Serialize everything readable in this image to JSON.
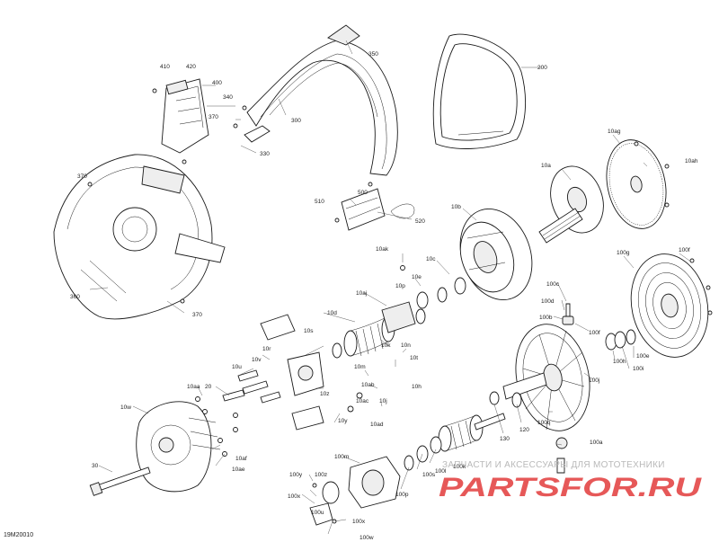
{
  "figure": {
    "code": "19M20010"
  },
  "watermark": {
    "caption": "ЗАПЧАСТИ И АКСЕССУАРЫ ДЛЯ МОТОТЕХНИКИ",
    "logo": "PARTSFOR.RU"
  },
  "callouts": [
    {
      "id": "c410",
      "text": "410"
    },
    {
      "id": "c420",
      "text": "420"
    },
    {
      "id": "c400",
      "text": "400"
    },
    {
      "id": "c340",
      "text": "340"
    },
    {
      "id": "c370a",
      "text": "370"
    },
    {
      "id": "c370b",
      "text": "370"
    },
    {
      "id": "c370c",
      "text": "370"
    },
    {
      "id": "c330",
      "text": "330"
    },
    {
      "id": "c300",
      "text": "300"
    },
    {
      "id": "c350",
      "text": "350"
    },
    {
      "id": "c200",
      "text": "200"
    },
    {
      "id": "c360",
      "text": "360"
    },
    {
      "id": "c500",
      "text": "500"
    },
    {
      "id": "c510",
      "text": "510"
    },
    {
      "id": "c520",
      "text": "520"
    },
    {
      "id": "c10ag",
      "text": "10ag"
    },
    {
      "id": "c10a",
      "text": "10a"
    },
    {
      "id": "c10ah",
      "text": "10ah"
    },
    {
      "id": "c10b",
      "text": "10b"
    },
    {
      "id": "c10ak",
      "text": "10ak"
    },
    {
      "id": "c10c",
      "text": "10c"
    },
    {
      "id": "c10p",
      "text": "10p"
    },
    {
      "id": "c10e",
      "text": "10e"
    },
    {
      "id": "c10aj",
      "text": "10aj"
    },
    {
      "id": "c10d",
      "text": "10d"
    },
    {
      "id": "c10k",
      "text": "10k"
    },
    {
      "id": "c10n",
      "text": "10n"
    },
    {
      "id": "c10t",
      "text": "10t"
    },
    {
      "id": "c10h",
      "text": "10h"
    },
    {
      "id": "c10j",
      "text": "10j"
    },
    {
      "id": "c10m",
      "text": "10m"
    },
    {
      "id": "c10ab",
      "text": "10ab"
    },
    {
      "id": "c10ac",
      "text": "10ac"
    },
    {
      "id": "c10ad",
      "text": "10ad"
    },
    {
      "id": "c10y",
      "text": "10y"
    },
    {
      "id": "c10z",
      "text": "10z"
    },
    {
      "id": "c10r",
      "text": "10r"
    },
    {
      "id": "c10s",
      "text": "10s"
    },
    {
      "id": "c10v",
      "text": "10v"
    },
    {
      "id": "c10u",
      "text": "10u"
    },
    {
      "id": "c10aa",
      "text": "10aa"
    },
    {
      "id": "c20",
      "text": "20"
    },
    {
      "id": "c10w",
      "text": "10w"
    },
    {
      "id": "c10af",
      "text": "10af"
    },
    {
      "id": "c10ae",
      "text": "10ae"
    },
    {
      "id": "c30",
      "text": "30"
    },
    {
      "id": "c100f",
      "text": "100f"
    },
    {
      "id": "c100g",
      "text": "100g"
    },
    {
      "id": "c100c",
      "text": "100c"
    },
    {
      "id": "c100d",
      "text": "100d"
    },
    {
      "id": "c100b",
      "text": "100b"
    },
    {
      "id": "c100f2",
      "text": "100f"
    },
    {
      "id": "c100h",
      "text": "100h"
    },
    {
      "id": "c100i",
      "text": "100i"
    },
    {
      "id": "c100e",
      "text": "100e"
    },
    {
      "id": "c100j",
      "text": "100j"
    },
    {
      "id": "c100a",
      "text": "100a"
    },
    {
      "id": "c100q",
      "text": "100q"
    },
    {
      "id": "c120",
      "text": "120"
    },
    {
      "id": "c130",
      "text": "130"
    },
    {
      "id": "c100k",
      "text": "100k"
    },
    {
      "id": "c100m",
      "text": "100m"
    },
    {
      "id": "c100l",
      "text": "100l"
    },
    {
      "id": "c100s",
      "text": "100s"
    },
    {
      "id": "c100p",
      "text": "100p"
    },
    {
      "id": "c100y",
      "text": "100y"
    },
    {
      "id": "c100z",
      "text": "100z"
    },
    {
      "id": "c100x",
      "text": "100x"
    },
    {
      "id": "c100u",
      "text": "100u"
    },
    {
      "id": "c100x2",
      "text": "100x"
    },
    {
      "id": "c100w",
      "text": "100w"
    }
  ]
}
